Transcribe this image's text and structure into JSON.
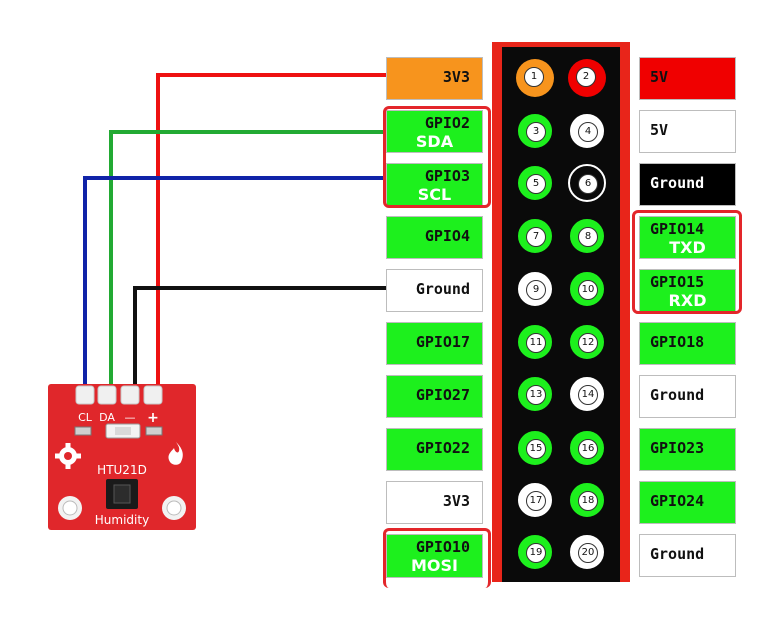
{
  "wires": [
    {
      "name": "wire-3v3",
      "color": "#ee1111"
    },
    {
      "name": "wire-sda",
      "color": "#22aa33"
    },
    {
      "name": "wire-scl",
      "color": "#1023a8"
    },
    {
      "name": "wire-gnd",
      "color": "#111111"
    }
  ],
  "left_labels": [
    {
      "text": "3V3",
      "sub": "",
      "color": "orange"
    },
    {
      "text": "GPIO2",
      "sub": "SDA",
      "color": "green"
    },
    {
      "text": "GPIO3",
      "sub": "SCL",
      "color": "green"
    },
    {
      "text": "GPIO4",
      "sub": "",
      "color": "green"
    },
    {
      "text": "Ground",
      "sub": "",
      "color": "white"
    },
    {
      "text": "GPIO17",
      "sub": "",
      "color": "green"
    },
    {
      "text": "GPIO27",
      "sub": "",
      "color": "green"
    },
    {
      "text": "GPIO22",
      "sub": "",
      "color": "green"
    },
    {
      "text": "3V3",
      "sub": "",
      "color": "white"
    },
    {
      "text": "GPIO10",
      "sub": "MOSI",
      "color": "green"
    }
  ],
  "right_labels": [
    {
      "text": "5V",
      "sub": "",
      "color": "red"
    },
    {
      "text": "5V",
      "sub": "",
      "color": "white"
    },
    {
      "text": "Ground",
      "sub": "",
      "color": "black"
    },
    {
      "text": "GPIO14",
      "sub": "TXD",
      "color": "green"
    },
    {
      "text": "GPIO15",
      "sub": "RXD",
      "color": "green"
    },
    {
      "text": "GPIO18",
      "sub": "",
      "color": "green"
    },
    {
      "text": "Ground",
      "sub": "",
      "color": "white"
    },
    {
      "text": "GPIO23",
      "sub": "",
      "color": "green"
    },
    {
      "text": "GPIO24",
      "sub": "",
      "color": "green"
    },
    {
      "text": "Ground",
      "sub": "",
      "color": "white"
    }
  ],
  "pins": [
    {
      "num": "1",
      "color": "orange"
    },
    {
      "num": "2",
      "color": "red"
    },
    {
      "num": "3",
      "color": "green"
    },
    {
      "num": "4",
      "color": "white"
    },
    {
      "num": "5",
      "color": "green"
    },
    {
      "num": "6",
      "color": "black"
    },
    {
      "num": "7",
      "color": "green"
    },
    {
      "num": "8",
      "color": "green"
    },
    {
      "num": "9",
      "color": "white"
    },
    {
      "num": "10",
      "color": "green"
    },
    {
      "num": "11",
      "color": "green"
    },
    {
      "num": "12",
      "color": "green"
    },
    {
      "num": "13",
      "color": "green"
    },
    {
      "num": "14",
      "color": "white"
    },
    {
      "num": "15",
      "color": "green"
    },
    {
      "num": "16",
      "color": "green"
    },
    {
      "num": "17",
      "color": "white"
    },
    {
      "num": "18",
      "color": "green"
    },
    {
      "num": "19",
      "color": "green"
    },
    {
      "num": "20",
      "color": "white"
    }
  ],
  "sensor": {
    "pin_labels": [
      "CL",
      "DA",
      "—",
      "+"
    ],
    "model": "HTU21D",
    "name": "Humidity",
    "board_color": "#e0272b"
  }
}
